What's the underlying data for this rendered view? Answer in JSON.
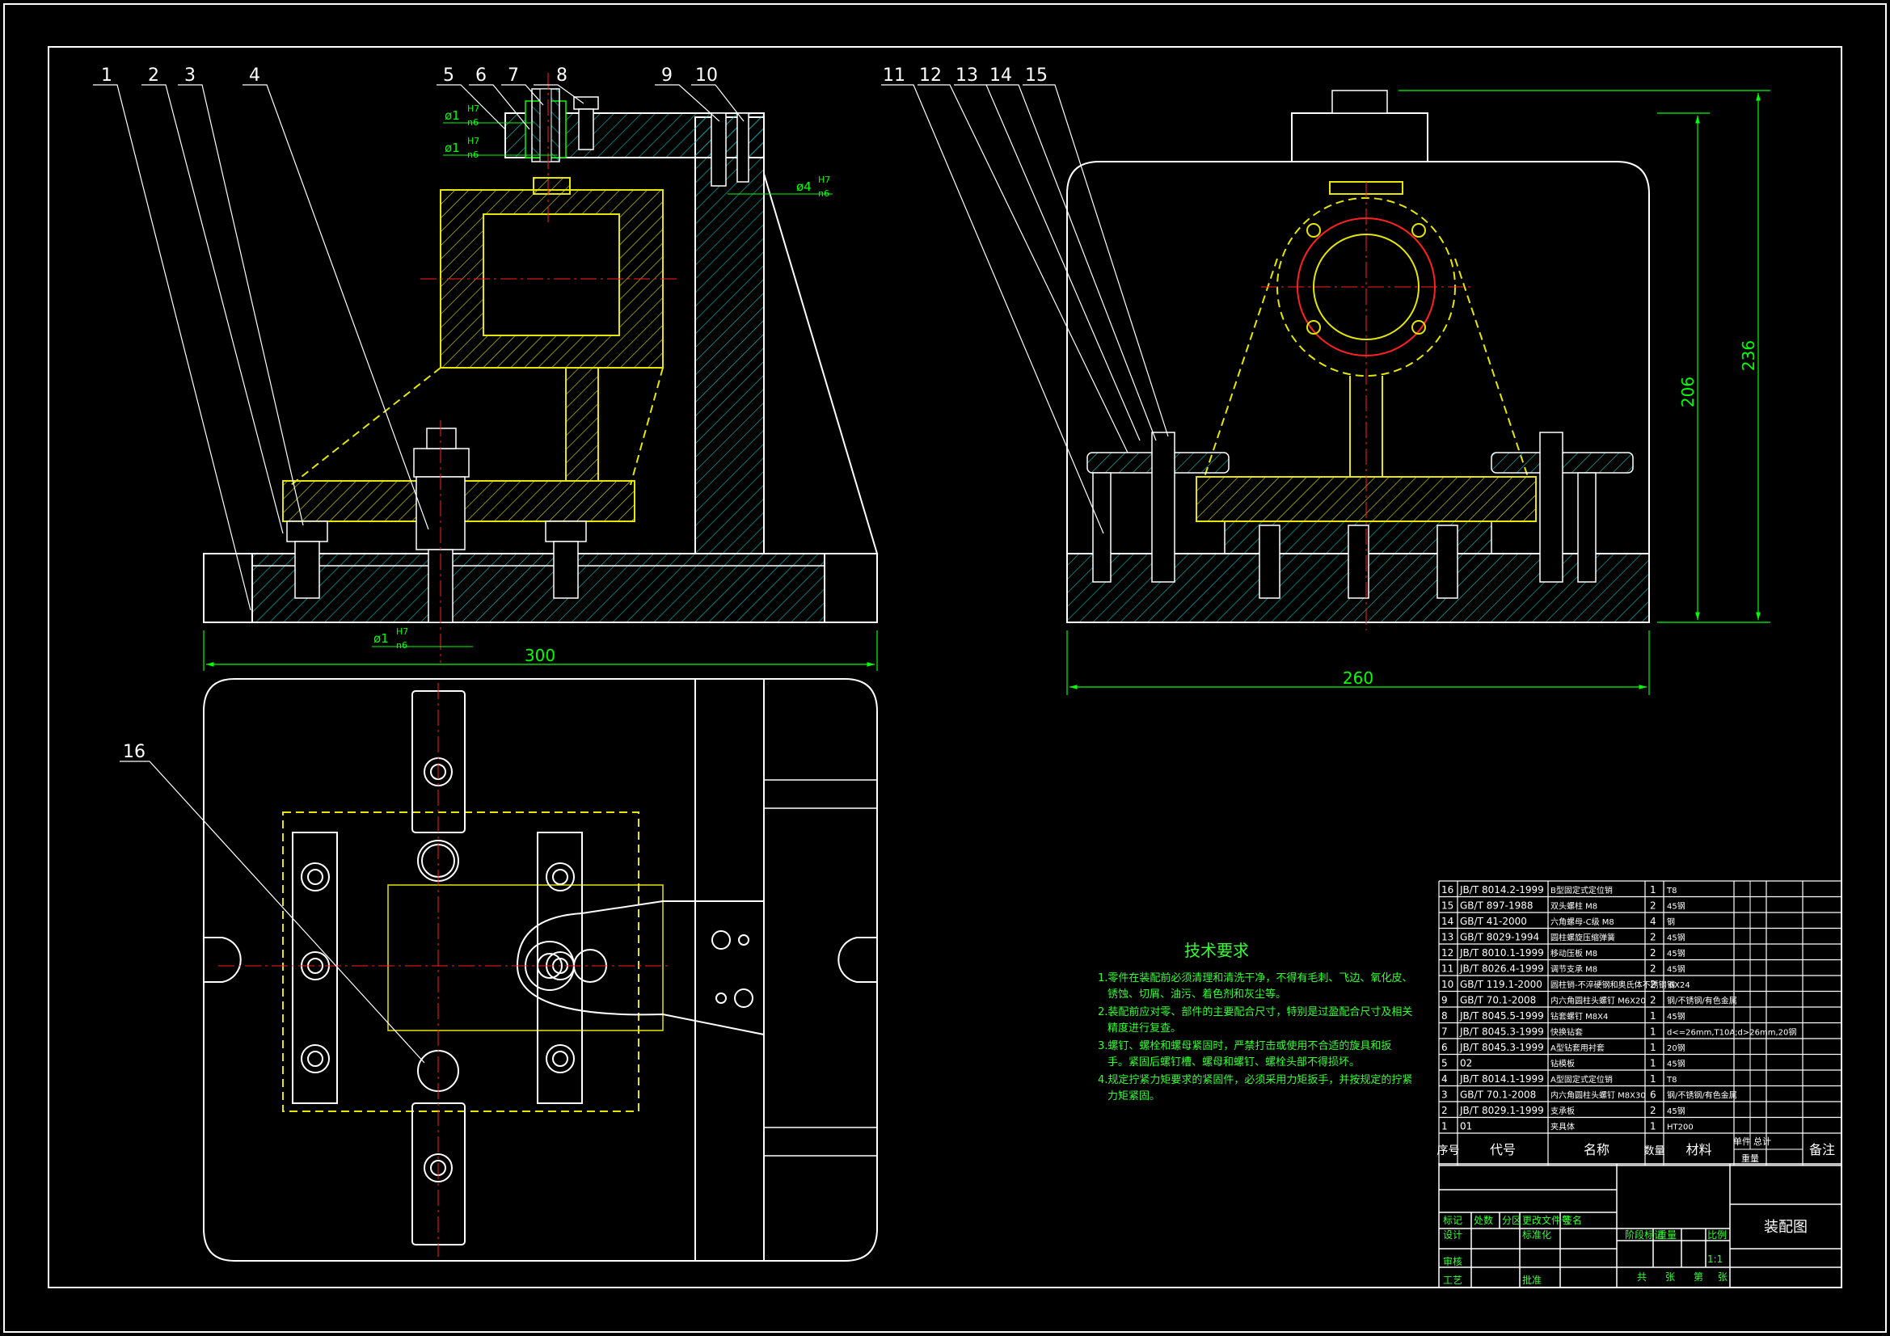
{
  "colors": {
    "background": "#000000",
    "outline": "#ffffff",
    "hatch": "#00c8c8",
    "workpiece": "#e6e600",
    "dimension": "#00ff00",
    "centerline": "#ff2020",
    "hidden": "#ff40ff",
    "text_table": "#ffffff",
    "tech_text": "#33ff33"
  },
  "leaders": {
    "front": [
      "1",
      "2",
      "3",
      "4",
      "5",
      "6",
      "7",
      "8",
      "9",
      "10"
    ],
    "side": [
      "11",
      "12",
      "13",
      "14",
      "15"
    ],
    "top": [
      "16"
    ]
  },
  "dimensions": {
    "width_front": "300",
    "width_side": "260",
    "height_inner": "206",
    "height_outer": "236",
    "fit_1_d": "ø1",
    "fit_1_h": "H7",
    "fit_1_n": "n6",
    "fit_2_d": "ø1",
    "fit_2_h": "H7",
    "fit_2_n": "n6",
    "fit_3_d": "ø4",
    "fit_3_h": "H7",
    "fit_3_n": "n6",
    "fit_4_d": "ø1",
    "fit_4_h": "H7",
    "fit_4_n": "n6"
  },
  "tech_requirements": {
    "title": "技术要求",
    "lines": [
      "1.零件在装配前必须清理和清洗干净，不得有毛刺、飞边、氧化皮、",
      "锈蚀、切屑、油污、着色剂和灰尘等。",
      "2.装配前应对零、部件的主要配合尺寸，特别是过盈配合尺寸及相关",
      "精度进行复查。",
      "3.螺钉、螺栓和螺母紧固时，严禁打击或使用不合适的旋具和扳",
      "手。紧固后螺钉槽、螺母和螺钉、螺栓头部不得损坏。",
      "4.规定拧紧力矩要求的紧固件，必须采用力矩扳手，并按规定的拧紧",
      "力矩紧固。"
    ]
  },
  "bom": {
    "rows": [
      {
        "no": "16",
        "code": "JB/T 8014.2-1999",
        "name": "B型固定式定位销",
        "qty": "1",
        "material": "T8"
      },
      {
        "no": "15",
        "code": "GB/T 897-1988",
        "name": "双头螺柱 M8",
        "qty": "2",
        "material": "45钢"
      },
      {
        "no": "14",
        "code": "GB/T 41-2000",
        "name": "六角螺母-C级 M8",
        "qty": "4",
        "material": "钢"
      },
      {
        "no": "13",
        "code": "GB/T 8029-1994",
        "name": "圆柱螺旋压缩弹簧",
        "qty": "2",
        "material": "45钢"
      },
      {
        "no": "12",
        "code": "JB/T 8010.1-1999",
        "name": "移动压板 M8",
        "qty": "2",
        "material": "45钢"
      },
      {
        "no": "11",
        "code": "JB/T 8026.4-1999",
        "name": "调节支承 M8",
        "qty": "2",
        "material": "45钢"
      },
      {
        "no": "10",
        "code": "GB/T 119.1-2000",
        "name": "圆柱销-不淬硬钢和奥氏体不锈钢 6X24",
        "qty": "2",
        "material": "钢"
      },
      {
        "no": "9",
        "code": "GB/T 70.1-2008",
        "name": "内六角圆柱头螺钉 M6X20",
        "qty": "2",
        "material": "钢/不锈钢/有色金属"
      },
      {
        "no": "8",
        "code": "JB/T 8045.5-1999",
        "name": "钻套螺钉 M8X4",
        "qty": "1",
        "material": "45钢"
      },
      {
        "no": "7",
        "code": "JB/T 8045.3-1999",
        "name": "快换钻套",
        "qty": "1",
        "material": "d<=26mm,T10A;d>26mm,20钢"
      },
      {
        "no": "6",
        "code": "JB/T 8045.3-1999",
        "name": "A型钻套用衬套",
        "qty": "1",
        "material": "20钢"
      },
      {
        "no": "5",
        "code": "02",
        "name": "钻模板",
        "qty": "1",
        "material": "45钢"
      },
      {
        "no": "4",
        "code": "JB/T 8014.1-1999",
        "name": "A型固定式定位销",
        "qty": "1",
        "material": "T8"
      },
      {
        "no": "3",
        "code": "GB/T 70.1-2008",
        "name": "内六角圆柱头螺钉 M8X30",
        "qty": "6",
        "material": "钢/不锈钢/有色金属"
      },
      {
        "no": "2",
        "code": "JB/T 8029.1-1999",
        "name": "支承板",
        "qty": "2",
        "material": "45钢"
      },
      {
        "no": "1",
        "code": "01",
        "name": "夹具体",
        "qty": "1",
        "material": "HT200"
      }
    ],
    "header": {
      "no": "序号",
      "code": "代号",
      "name": "名称",
      "qty": "数量",
      "material": "材料",
      "single": "单件",
      "total": "总计",
      "weight": "重量",
      "remark": "备注"
    }
  },
  "title_block": {
    "drawing_title": "装配图",
    "mark": "标记",
    "count": "处数",
    "zone": "分区",
    "change_doc": "更改文件号",
    "sign": "签名",
    "design": "设计",
    "standardize": "标准化",
    "stage_mark": "阶段标记",
    "weight": "重量",
    "scale": "比例",
    "scale_value": "1:1",
    "review": "审核",
    "process": "工艺",
    "approve": "批准",
    "total_sheets": "共",
    "sheets": "张",
    "sheet_no": "第",
    "sheet": "张"
  }
}
